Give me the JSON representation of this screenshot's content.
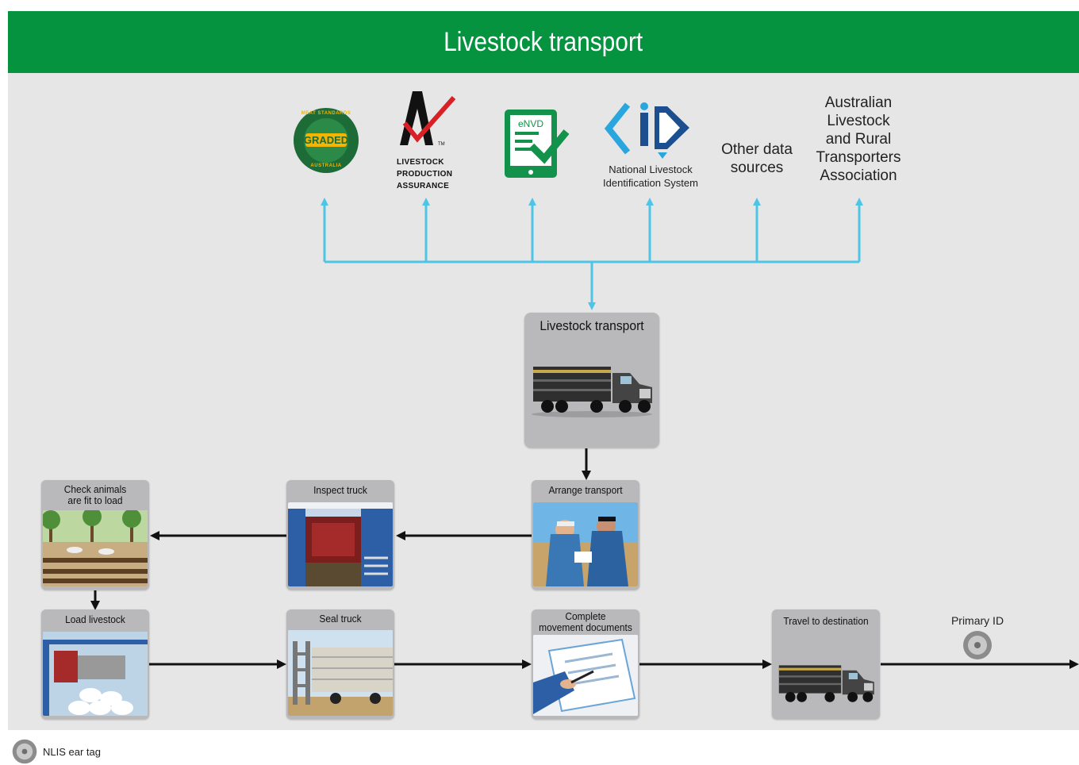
{
  "header": {
    "title": "Livestock transport"
  },
  "sources": {
    "msa_badge": {
      "center": "GRADED",
      "ring_top": "MEAT STANDARDS",
      "ring_bottom": "AUSTRALIA"
    },
    "lpa": {
      "line1": "LIVESTOCK",
      "line2": "PRODUCTION",
      "line3": "ASSURANCE",
      "tm": "TM"
    },
    "envd": {
      "label": "eNVD"
    },
    "nlis": {
      "line1": "National Livestock",
      "line2": "Identification System"
    },
    "other": {
      "line1": "Other data",
      "line2": "sources"
    },
    "altra": {
      "line1": "Australian",
      "line2": "Livestock",
      "line3": "and Rural",
      "line4": "Transporters",
      "line5": "Association"
    }
  },
  "center": {
    "title": "Livestock transport"
  },
  "steps": {
    "arrange": {
      "title": "Arrange transport"
    },
    "inspect": {
      "title": "Inspect truck"
    },
    "check": {
      "line1": "Check animals",
      "line2": "are fit to load"
    },
    "load": {
      "title": "Load livestock"
    },
    "seal": {
      "title": "Seal truck"
    },
    "complete": {
      "line1": "Complete",
      "line2": "movement documents"
    },
    "travel": {
      "title": "Travel to destination"
    }
  },
  "primary_id": {
    "label": "Primary ID"
  },
  "legend": {
    "label": "NLIS ear tag"
  },
  "colors": {
    "header": "#05933f",
    "connector": "#4ec5e6",
    "card": "#b9b9bb",
    "background": "#e6e6e6"
  }
}
